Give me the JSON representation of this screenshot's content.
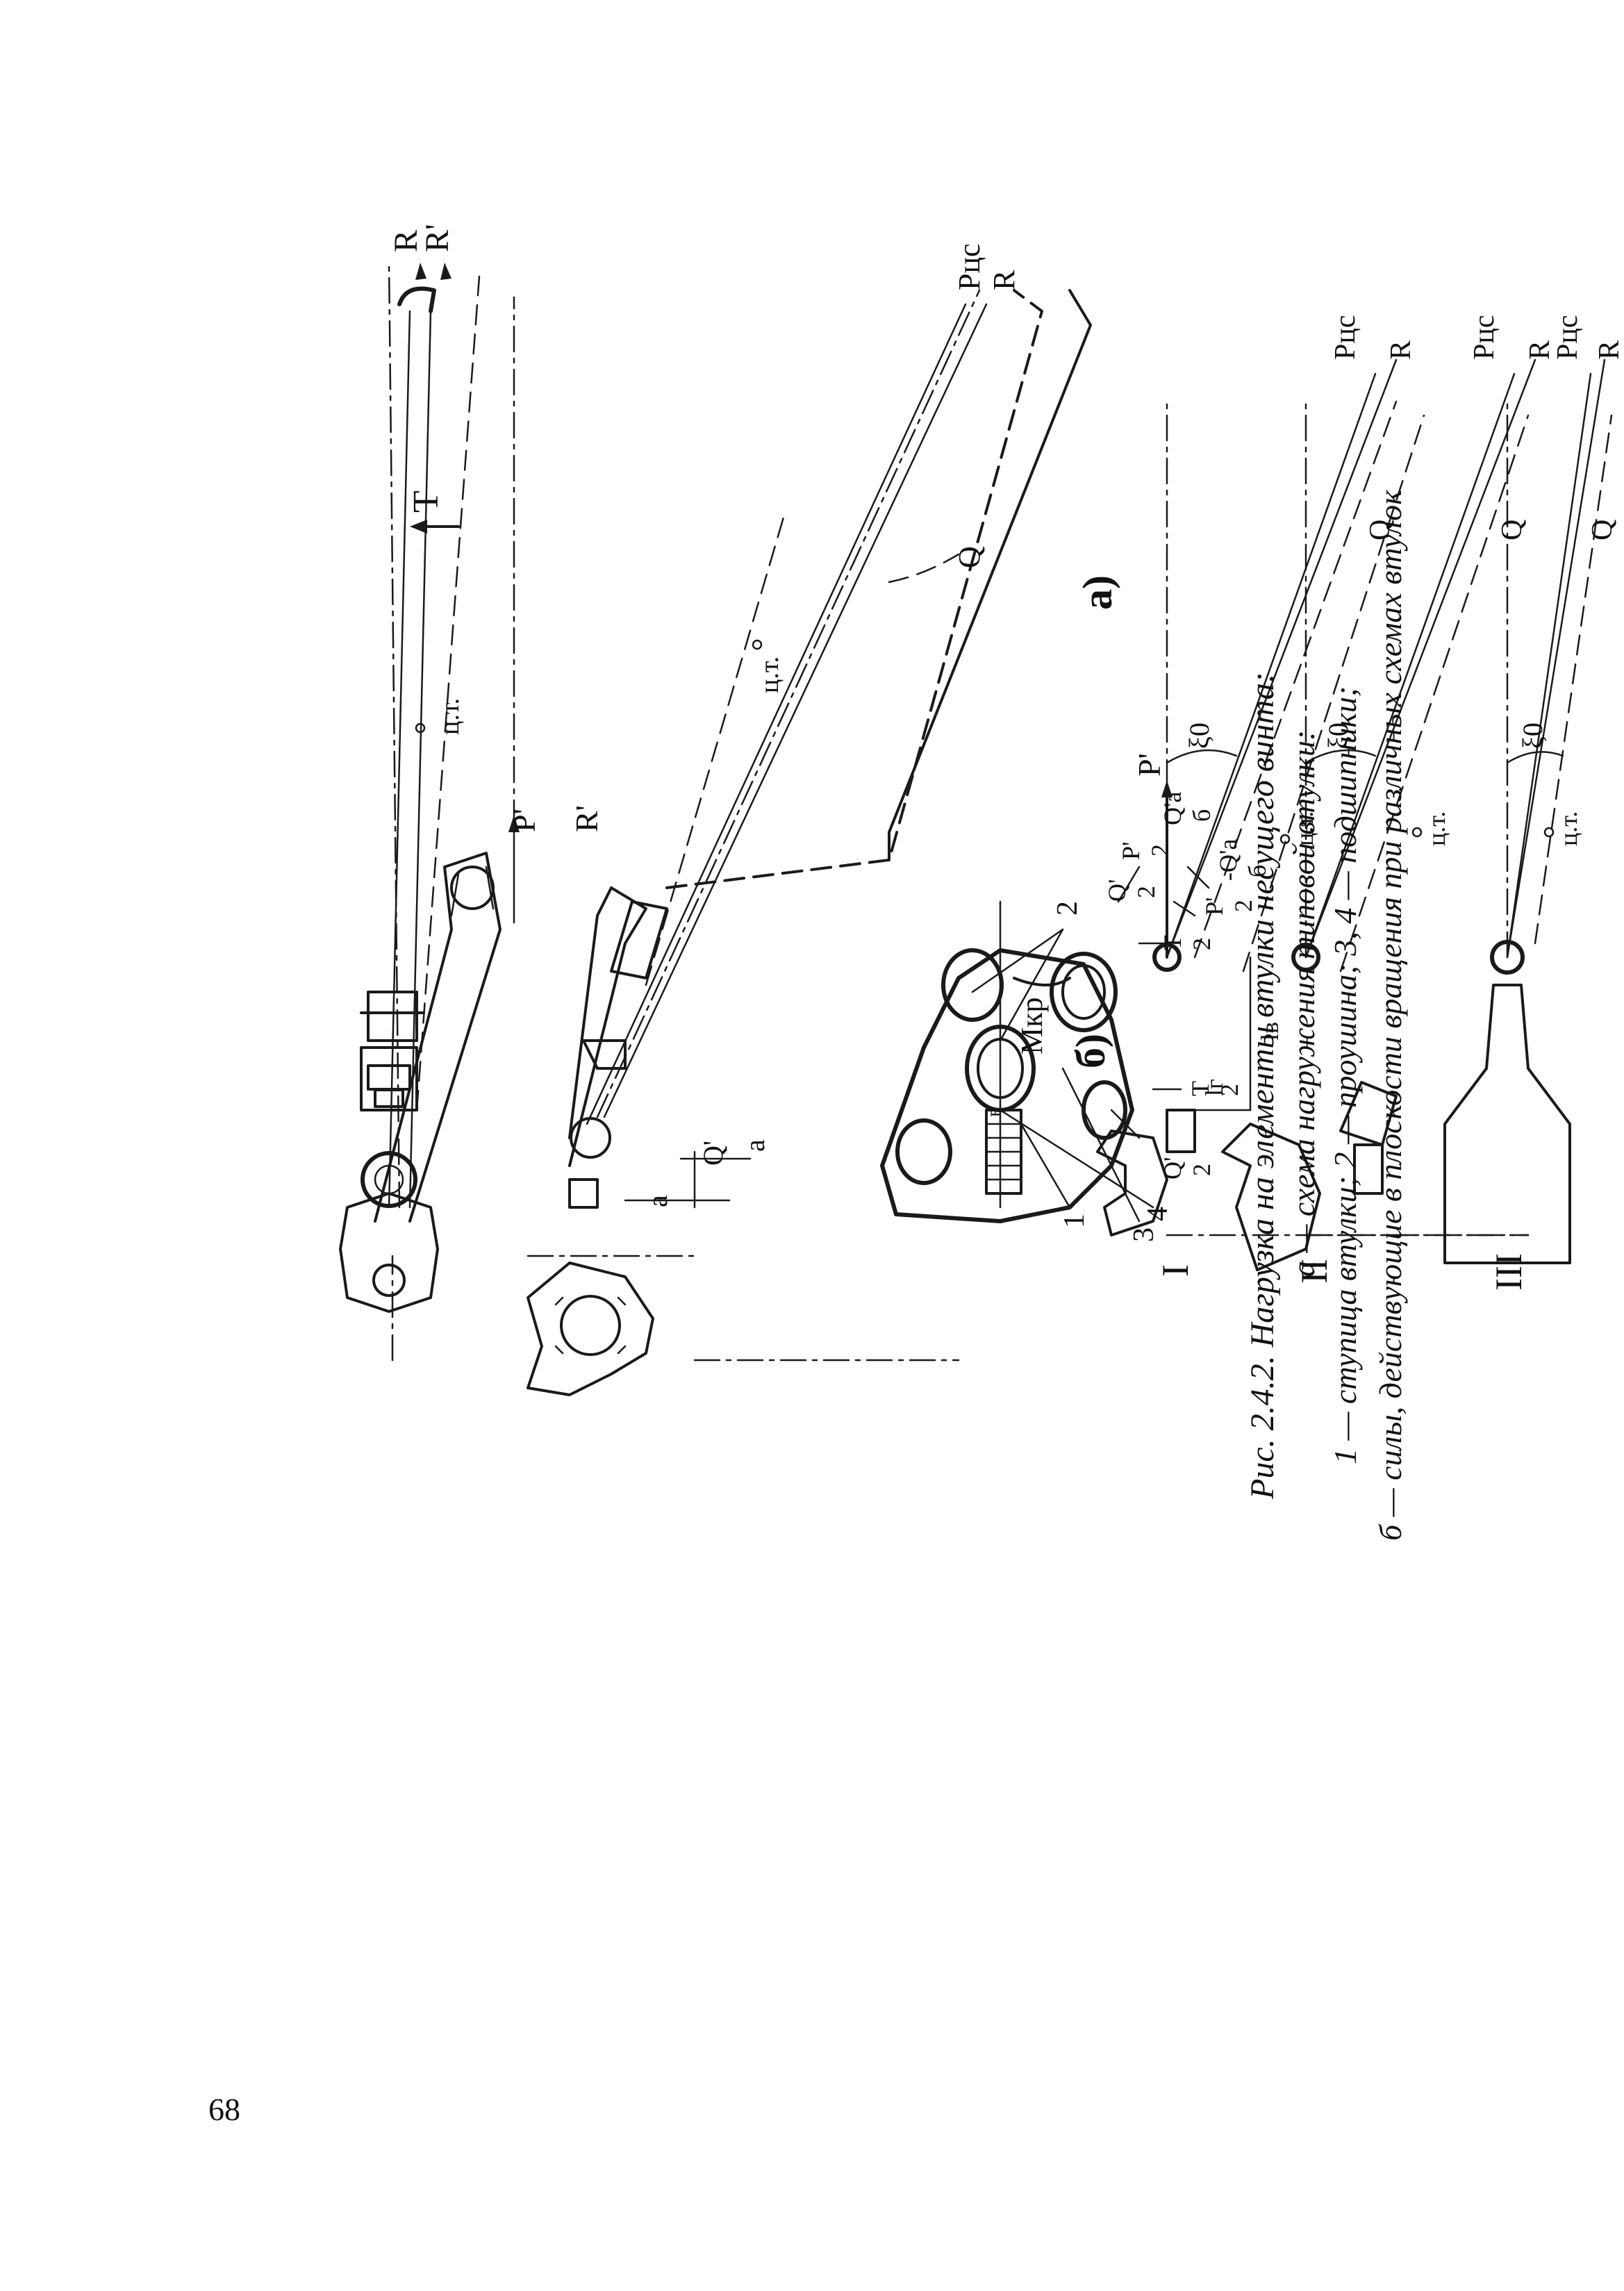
{
  "page": {
    "number": "68",
    "colors": {
      "ink": "#1a1a1a",
      "paper": "#ffffff"
    }
  },
  "caption": {
    "title": "Рис. 2.4.2. Нагрузка на элементы втулки несущего винта:",
    "line_a": "а — схема нагружения типовой втулки:",
    "line_parts": "1 — ступица втулки; 2 — проушина; 3, 4 — подшипники;",
    "line_b": "б — силы, действующие в плоскости  вращения при  различных схемах втулок"
  },
  "figure_a": {
    "panel_label": "а)",
    "top_view": {
      "force_T": "T",
      "force_R": "R",
      "force_R_prime": "R'",
      "center_of_gravity": "ц.т."
    },
    "side_view": {
      "force_P_prime": "P'",
      "force_R_prime": "R'",
      "force_Pcs": "Pцс",
      "force_R": "R",
      "force_Q": "Q",
      "center_of_gravity": "ц.т.",
      "dim_a_upper": "a",
      "dim_a_lower": "a",
      "force_Q_prime": "Q'"
    },
    "hub_detail": {
      "torque": "Mкр",
      "part_1": "1",
      "part_2": "2",
      "part_3": "3",
      "part_4": "4",
      "bearing_mark": "в",
      "frac_Q_prime_2_top": {
        "num": "Q'",
        "den": "2"
      },
      "frac_P_prime_2_top": {
        "num": "P'",
        "den": "2"
      },
      "frac_Qa_b_top": {
        "num": "Q'a",
        "den": "б"
      },
      "frac_T_2_mid": {
        "num": "T",
        "den": "2"
      },
      "frac_P_prime_2_mid": {
        "num": "P'",
        "den": "2"
      },
      "frac_Qa_b_mid": {
        "num": "-Q'a",
        "den": "б"
      },
      "frac_T_2_low": {
        "num": "T",
        "den": "2"
      },
      "frac_Q_prime_2_low": {
        "num": "Q'",
        "den": "2"
      }
    }
  },
  "figure_b": {
    "panel_label": "б)",
    "scheme_I": {
      "roman": "I",
      "force_P_prime": "P'",
      "force_Pcs": "Pцс",
      "force_R": "R",
      "force_Q": "Q",
      "center_of_gravity": "ц.т.",
      "angle": "ξ0",
      "dim_lg": "lг",
      "dim_lv": "lв"
    },
    "scheme_II": {
      "roman": "II",
      "force_Pcs": "Pцс",
      "force_R": "R",
      "force_Q": "Q",
      "center_of_gravity": "ц.т.",
      "angle": "ξ0"
    },
    "scheme_III": {
      "roman": "III",
      "force_Pcs": "Pцс",
      "force_R": "R",
      "force_Q": "Q",
      "center_of_gravity": "ц.т.",
      "angle": "ξ0"
    }
  }
}
